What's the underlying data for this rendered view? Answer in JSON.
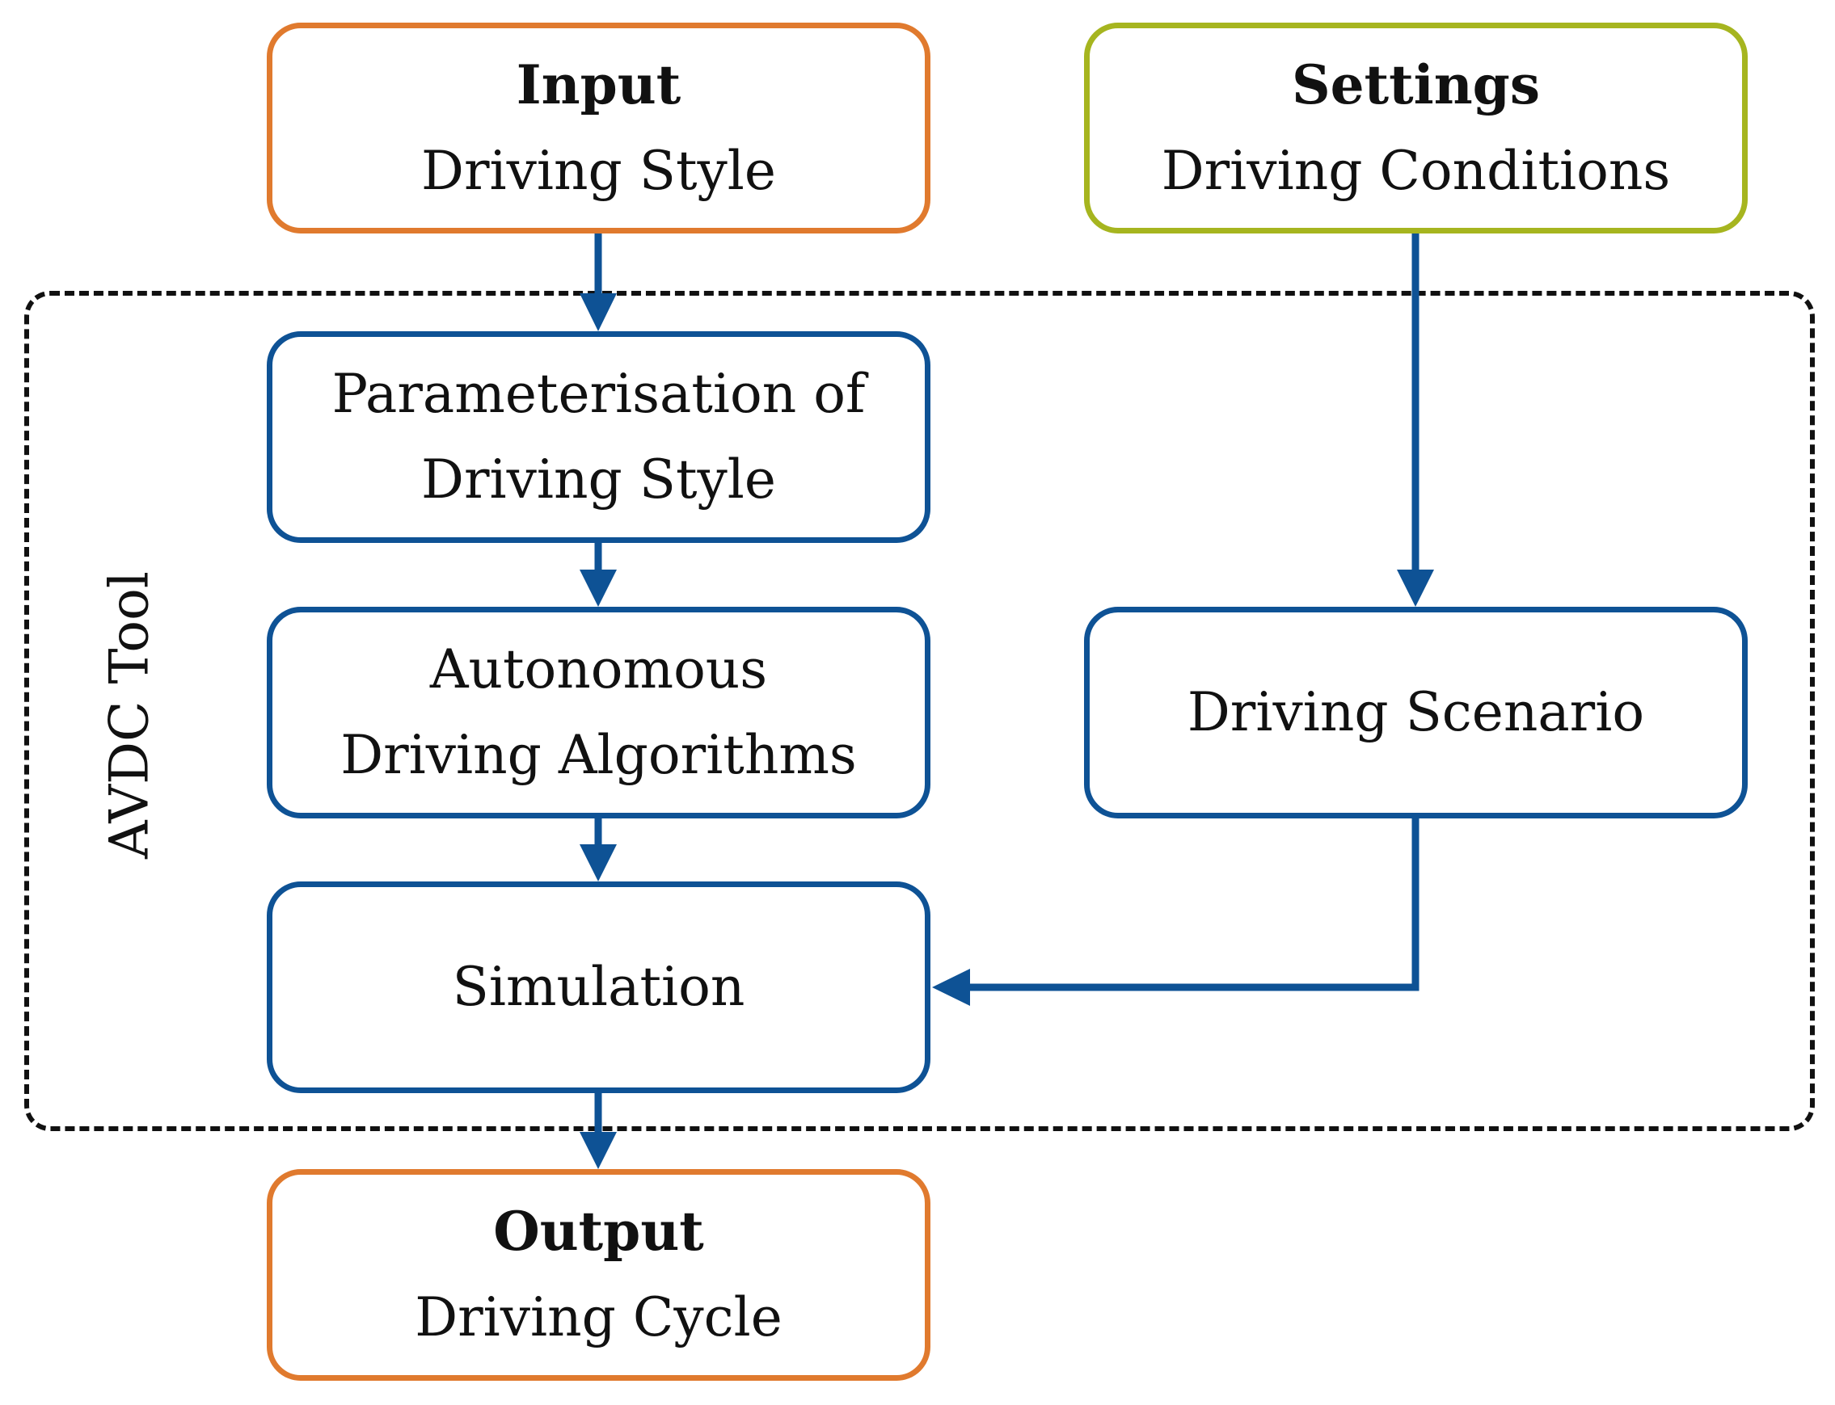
{
  "colors": {
    "io_border": "#E07A2E",
    "settings_border": "#A6B51F",
    "process_border": "#0E5295",
    "arrow": "#0E5295",
    "frame": "#111111"
  },
  "nodes": {
    "input": {
      "title": "Input",
      "text": "Driving Style"
    },
    "settings": {
      "title": "Settings",
      "text": "Driving Conditions"
    },
    "parameterisation": {
      "line1": "Parameterisation of",
      "line2": "Driving Style"
    },
    "algorithms": {
      "line1": "Autonomous",
      "line2": "Driving Algorithms"
    },
    "scenario": {
      "text": "Driving Scenario"
    },
    "simulation": {
      "text": "Simulation"
    },
    "output": {
      "title": "Output",
      "text": "Driving Cycle"
    }
  },
  "group": {
    "label": "AVDC Tool"
  },
  "edges": [
    {
      "from": "input",
      "to": "parameterisation"
    },
    {
      "from": "parameterisation",
      "to": "algorithms"
    },
    {
      "from": "algorithms",
      "to": "simulation"
    },
    {
      "from": "settings",
      "to": "scenario"
    },
    {
      "from": "scenario",
      "to": "simulation"
    },
    {
      "from": "simulation",
      "to": "output"
    }
  ]
}
